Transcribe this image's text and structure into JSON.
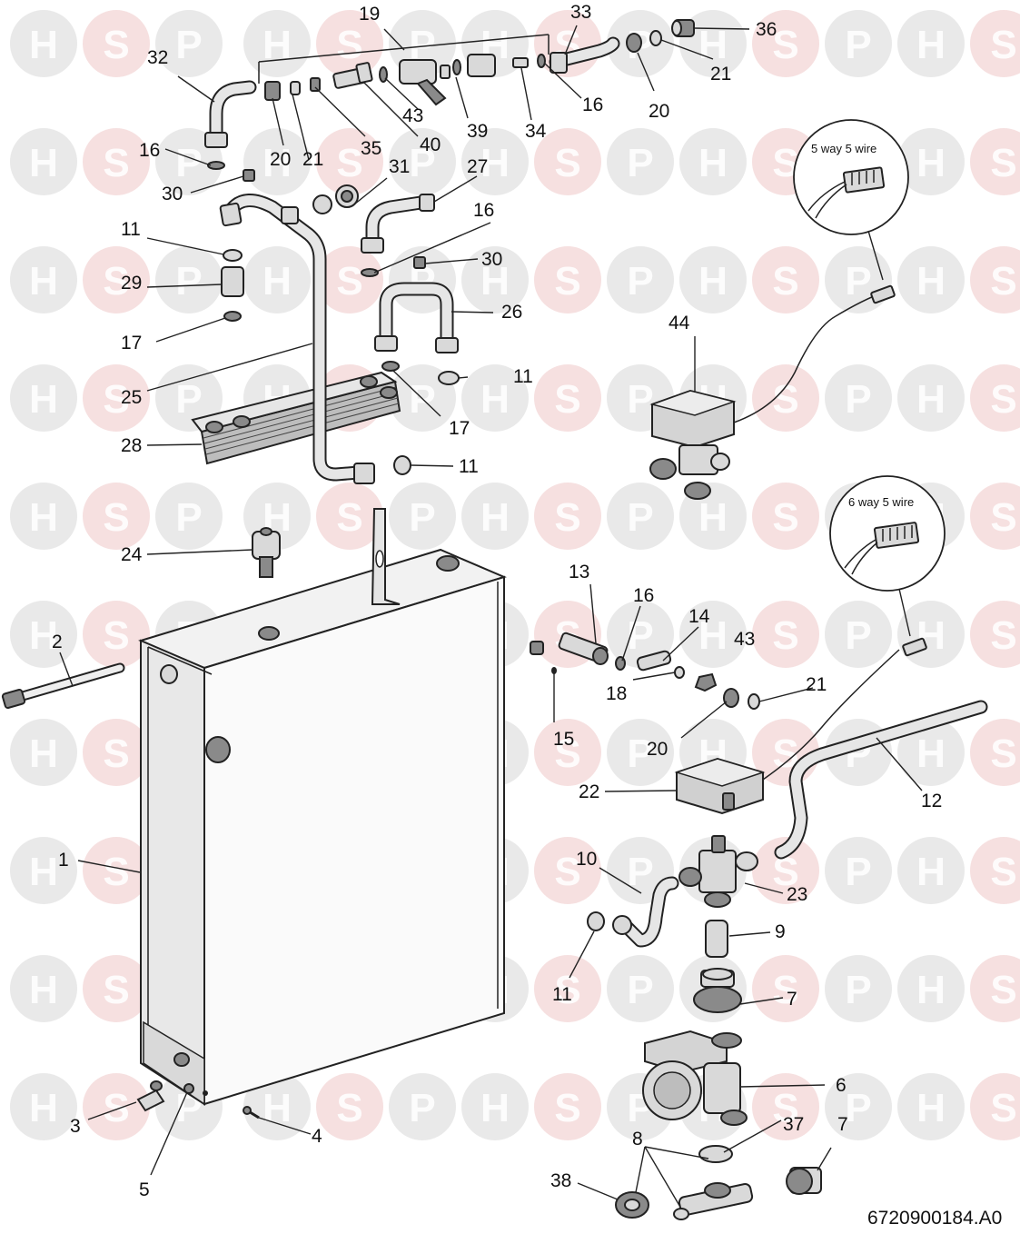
{
  "colors": {
    "watermark_gray": "#d7d7d7",
    "watermark_pink": "#efc7c7",
    "ink": "#222222",
    "part_fill": "#d9d9d9"
  },
  "watermark": {
    "letters": [
      "H",
      "S",
      "P"
    ]
  },
  "callouts": {
    "c1": "1",
    "c2": "2",
    "c3": "3",
    "c4": "4",
    "c5": "5",
    "c6": "6",
    "c7a": "7",
    "c7b": "7",
    "c8": "8",
    "c9": "9",
    "c10": "10",
    "c11a": "11",
    "c11b": "11",
    "c11c": "11",
    "c11d": "11",
    "c12": "12",
    "c13": "13",
    "c14": "14",
    "c15": "15",
    "c16a": "16",
    "c16b": "16",
    "c16c": "16",
    "c16d": "16",
    "c17a": "17",
    "c17b": "17",
    "c18": "18",
    "c19": "19",
    "c20a": "20",
    "c20b": "20",
    "c20c": "20",
    "c21a": "21",
    "c21b": "21",
    "c21c": "21",
    "c22": "22",
    "c23": "23",
    "c24": "24",
    "c25": "25",
    "c26": "26",
    "c27": "27",
    "c28": "28",
    "c29": "29",
    "c30a": "30",
    "c30b": "30",
    "c31": "31",
    "c32": "32",
    "c33": "33",
    "c34": "34",
    "c35": "35",
    "c36": "36",
    "c37": "37",
    "c38": "38",
    "c39": "39",
    "c40": "40",
    "c43a": "43",
    "c43b": "43",
    "c44": "44"
  },
  "connector_labels": {
    "top": "5 way 5 wire",
    "bottom": "6 way 5 wire"
  },
  "reference": "6720900184.A0"
}
